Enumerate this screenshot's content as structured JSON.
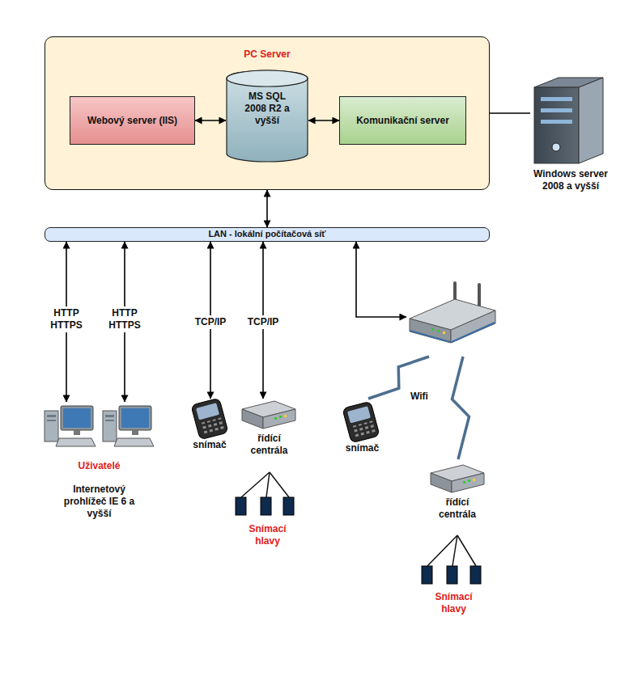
{
  "diagram": {
    "nodes": [
      {
        "text": [
          "PC Server"
        ]
      },
      {
        "text": [
          "Webový server (IIS)"
        ],
        "in": 0
      },
      {
        "text": [
          "MS SQL 2008 R2 a vyšší"
        ],
        "in": 0
      },
      {
        "text": [
          "Komunikační server"
        ],
        "in": 0
      },
      {
        "text": [
          "Windows server 2008 a vyšší"
        ]
      },
      {
        "text": [
          "LAN - lokální počítačová síť"
        ]
      },
      {
        "text": [
          "Uživatelé",
          "Internetový prohlížeč IE 6 a vyšší"
        ]
      },
      {
        "text": [
          "snímač"
        ]
      },
      {
        "text": [
          "řídící centrála"
        ]
      },
      {
        "text": []
      },
      {
        "text": [
          "snímač"
        ]
      },
      {
        "text": [
          "řídící centrála"
        ]
      }
    ],
    "edges": [
      {
        "from": 1,
        "to": 2,
        "arrow": "both"
      },
      {
        "from": 2,
        "to": 3,
        "arrow": "both"
      },
      {
        "from": 0,
        "to": 5,
        "arrow": "both"
      },
      {
        "from": 0,
        "to": 4,
        "arrow": "none"
      },
      {
        "from": 5,
        "to": 6,
        "label": "HTTP HTTPS",
        "arrow": "both"
      },
      {
        "from": 5,
        "to": 6,
        "label": "HTTP HTTPS",
        "arrow": "both"
      },
      {
        "from": 5,
        "to": 7,
        "label": "TCP/IP",
        "arrow": "both"
      },
      {
        "from": 5,
        "to": 8,
        "label": "TCP/IP",
        "arrow": "both"
      },
      {
        "from": 5,
        "to": 9,
        "arrow": "both"
      },
      {
        "from": 9,
        "to": 10,
        "label": "Wifi",
        "arrow": "none"
      },
      {
        "from": 9,
        "to": 11,
        "arrow": "none"
      }
    ],
    "labels": [
      "Snímací hlavy",
      "Snímací hlavy"
    ]
  }
}
